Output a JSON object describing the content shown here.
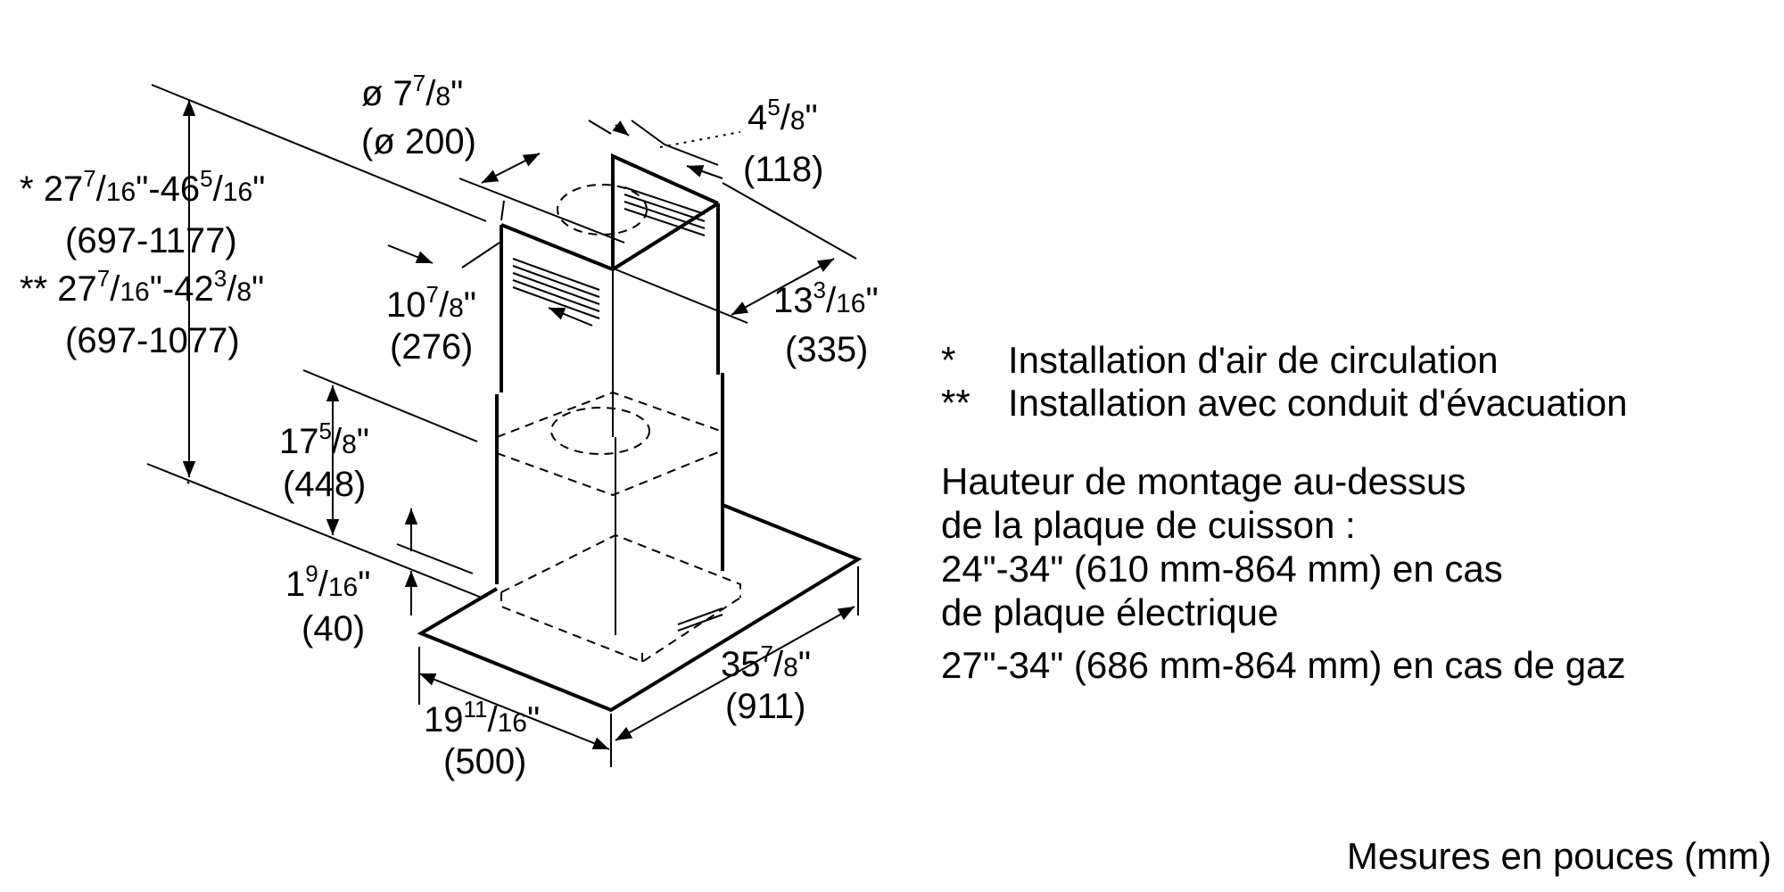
{
  "dimensions": [
    {
      "id": "duct-dia",
      "whole": "ø 7",
      "num": "7",
      "den": "8",
      "mm": "(ø 200)"
    },
    {
      "id": "chimney-depth-small",
      "whole": "4",
      "num": "5",
      "den": "8",
      "mm": "(118)"
    },
    {
      "id": "total-height-circ",
      "prefix": "* ",
      "whole": "27",
      "num": "7",
      "den": "16",
      "mid": "-46",
      "num2": "5",
      "den2": "16",
      "mm": "(697-1177)"
    },
    {
      "id": "total-height-duct",
      "prefix": "** ",
      "whole": "27",
      "num": "7",
      "den": "16",
      "mid": "-42",
      "num2": "3",
      "den2": "8",
      "mm": "(697-1077)"
    },
    {
      "id": "chimney-width",
      "whole": "10",
      "num": "7",
      "den": "8",
      "mm": "(276)"
    },
    {
      "id": "chimney-depth",
      "whole": "13",
      "num": "3",
      "den": "16",
      "mm": "(335)"
    },
    {
      "id": "lower-chimney",
      "whole": "17",
      "num": "5",
      "den": "8",
      "mm": "(448)"
    },
    {
      "id": "canopy-thickness",
      "whole": "1",
      "num": "9",
      "den": "16",
      "mm": "(40)"
    },
    {
      "id": "canopy-depth",
      "whole": "19",
      "num": "11",
      "den": "16",
      "mm": "(500)"
    },
    {
      "id": "canopy-width",
      "whole": "35",
      "num": "7",
      "den": "8",
      "mm": "(911)"
    }
  ],
  "legend": [
    {
      "mark": "*",
      "text": "Installation d'air de circulation"
    },
    {
      "mark": "**",
      "text": "Installation avec conduit d'évacuation"
    }
  ],
  "mounting": {
    "lines": [
      "Hauteur de montage au-dessus",
      "de la plaque de cuisson :",
      "24\"-34\" (610 mm-864 mm) en cas",
      "de plaque électrique",
      "27\"-34\" (686 mm-864 mm) en cas de gaz"
    ]
  },
  "units": "Mesures en pouces (mm)"
}
